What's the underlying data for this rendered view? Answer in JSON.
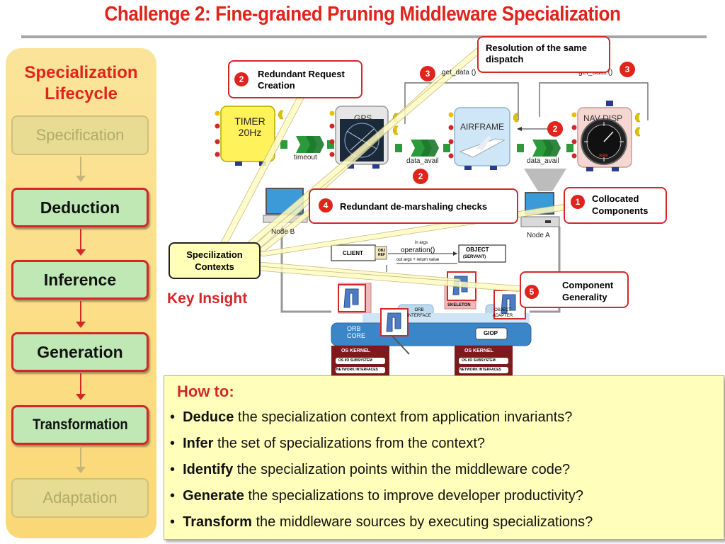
{
  "title": "Challenge 2: Fine-grained Pruning Middleware Specialization",
  "lifecycle": {
    "title_line1": "Specialization",
    "title_line2": "Lifecycle",
    "stages": [
      {
        "label": "Specification",
        "state": "inactive"
      },
      {
        "label": "Deduction",
        "state": "active"
      },
      {
        "label": "Inference",
        "state": "active"
      },
      {
        "label": "Generation",
        "state": "active"
      },
      {
        "label": "Transformation",
        "state": "active"
      },
      {
        "label": "Adaptation",
        "state": "inactive"
      }
    ]
  },
  "diagram": {
    "callouts": {
      "dispatch": {
        "text": "Resolution of the same dispatch"
      },
      "request": {
        "num": "2",
        "text": "Redundant Request Creation"
      },
      "demarshal": {
        "num": "4",
        "text": "Redundant de-marshaling checks"
      },
      "collocated": {
        "num": "1",
        "text": "Collocated Components"
      },
      "generality": {
        "num": "5",
        "text": "Component Generality"
      },
      "contexts": "Specilization Contexts"
    },
    "markers": {
      "m3a": "3",
      "m3b": "3",
      "m2a": "2",
      "m2b": "2"
    },
    "components": {
      "timer": "TIMER 20Hz",
      "gps": "GPS",
      "airframe": "AIRFRAME",
      "navdisp": "NAV DISP"
    },
    "labels": {
      "get_data_1": "get_data ()",
      "get_data_2": "get_data ()",
      "timeout": "timeout",
      "data_avail_1": "data_avail",
      "data_avail_2": "data_avail",
      "node_b": "Node B",
      "node_a": "Node A"
    },
    "orb": {
      "client": "CLIENT",
      "obj_ref": "OBJ REF",
      "operation": "operation()",
      "in_args": "in args",
      "out_args": "out args + return value",
      "object": "OBJECT",
      "servant": "(SERVANT)",
      "skeleton": "SKELETON",
      "orb_interface": "ORB INTERFACE",
      "object_adapter": "OBJECT ADAPTER",
      "orb_core": "ORB CORE",
      "giop": "GIOP",
      "os_kernel": "OS KERNEL",
      "os_io": "OS I/O SUBSYSTEM",
      "net_if": "NETWORK INTERFACES"
    },
    "key_insight": "Key Insight"
  },
  "howto": {
    "title": "How to:",
    "bullets": [
      {
        "bold": "Deduce",
        "rest": " the specialization context from application invariants?"
      },
      {
        "bold": "Infer",
        "rest": " the set of specializations from the context?"
      },
      {
        "bold": "Identify",
        "rest": " the specialization points within the middleware code?"
      },
      {
        "bold": "Generate",
        "rest": " the specializations to improve developer productivity?"
      },
      {
        "bold": "Transform",
        "rest": " the middleware sources by executing specializations?"
      }
    ]
  },
  "colors": {
    "accent_red": "#e0241b",
    "active_green": "#bfe8b5",
    "lifecycle_bg": "#fbd876",
    "howto_bg": "#ffffbb"
  }
}
